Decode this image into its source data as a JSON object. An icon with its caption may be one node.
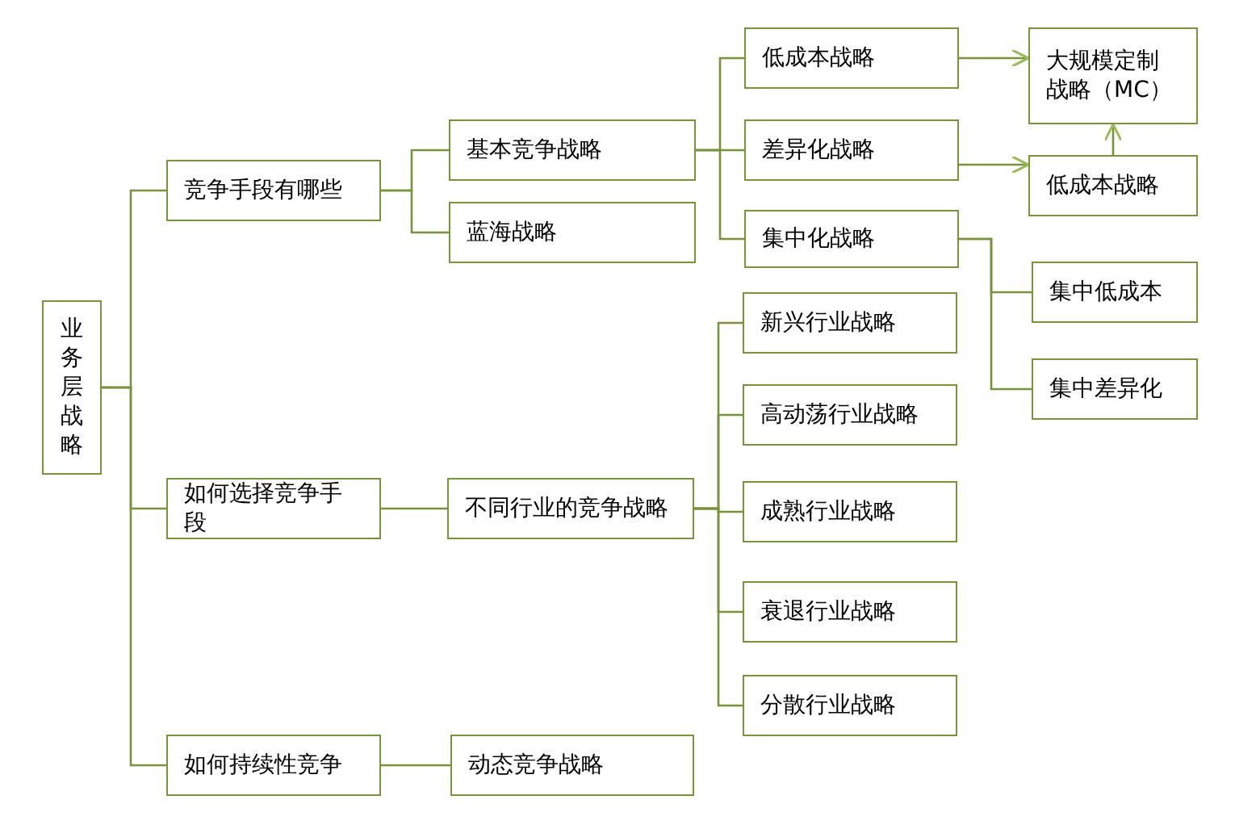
{
  "diagram": {
    "nodes": [
      {
        "text": [
          "业务层战略"
        ]
      },
      {
        "text": [
          "竞争手段有哪些"
        ]
      },
      {
        "text": [
          "基本竞争战略"
        ]
      },
      {
        "text": [
          "蓝海战略"
        ]
      },
      {
        "text": [
          "低成本战略"
        ]
      },
      {
        "text": [
          "差异化战略"
        ]
      },
      {
        "text": [
          "集中化战略"
        ]
      },
      {
        "text": [
          "大规模定制战略（MC）"
        ]
      },
      {
        "text": [
          "低成本战略"
        ]
      },
      {
        "text": [
          "集中低成本"
        ]
      },
      {
        "text": [
          "集中差异化"
        ]
      },
      {
        "text": [
          "如何选择竞争手段"
        ]
      },
      {
        "text": [
          "不同行业的竞争战略"
        ]
      },
      {
        "text": [
          "新兴行业战略"
        ]
      },
      {
        "text": [
          "高动荡行业战略"
        ]
      },
      {
        "text": [
          "成熟行业战略"
        ]
      },
      {
        "text": [
          "衰退行业战略"
        ]
      },
      {
        "text": [
          "分散行业战略"
        ]
      },
      {
        "text": [
          "如何持续性竞争"
        ]
      },
      {
        "text": [
          "动态竞争战略"
        ]
      }
    ],
    "edges": [
      {
        "from": 0,
        "to": 1,
        "arrow": "none"
      },
      {
        "from": 0,
        "to": 11,
        "arrow": "none"
      },
      {
        "from": 0,
        "to": 18,
        "arrow": "none"
      },
      {
        "from": 1,
        "to": 2,
        "arrow": "none"
      },
      {
        "from": 1,
        "to": 3,
        "arrow": "none"
      },
      {
        "from": 2,
        "to": 4,
        "arrow": "none"
      },
      {
        "from": 2,
        "to": 5,
        "arrow": "none"
      },
      {
        "from": 2,
        "to": 6,
        "arrow": "none"
      },
      {
        "from": 4,
        "to": 7,
        "arrow": "to"
      },
      {
        "from": 5,
        "to": 8,
        "arrow": "to"
      },
      {
        "from": 8,
        "to": 7,
        "arrow": "to"
      },
      {
        "from": 6,
        "to": 9,
        "arrow": "none"
      },
      {
        "from": 6,
        "to": 10,
        "arrow": "none"
      },
      {
        "from": 11,
        "to": 12,
        "arrow": "none"
      },
      {
        "from": 12,
        "to": 13,
        "arrow": "none"
      },
      {
        "from": 12,
        "to": 14,
        "arrow": "none"
      },
      {
        "from": 12,
        "to": 15,
        "arrow": "none"
      },
      {
        "from": 12,
        "to": 16,
        "arrow": "none"
      },
      {
        "from": 12,
        "to": 17,
        "arrow": "none"
      },
      {
        "from": 18,
        "to": 19,
        "arrow": "none"
      }
    ]
  }
}
